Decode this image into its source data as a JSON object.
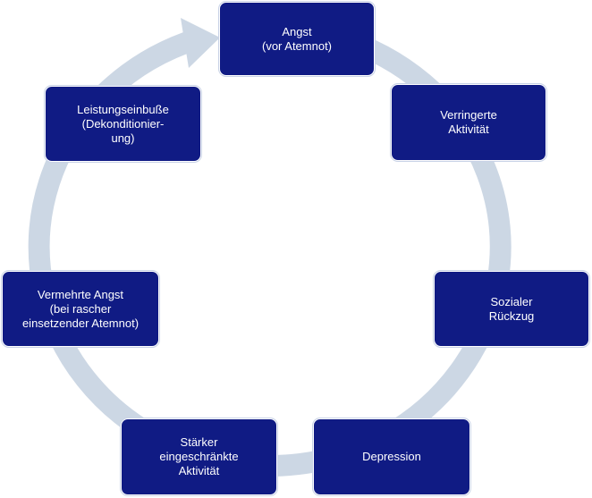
{
  "diagram": {
    "type": "cycle",
    "ring_color": "#ccd7e4",
    "node_color": "#101b84",
    "text_color": "#ffffff",
    "nodes": [
      {
        "id": "angst",
        "lines": [
          "Angst",
          "(vor Atemnot)"
        ]
      },
      {
        "id": "verringerte-aktivitaet",
        "lines": [
          "Verringerte",
          "Aktivität"
        ]
      },
      {
        "id": "sozialer-rueckzug",
        "lines": [
          "Sozialer",
          "Rückzug"
        ]
      },
      {
        "id": "depression",
        "lines": [
          "Depression"
        ]
      },
      {
        "id": "staerker-eingeschraenkte-aktivitaet",
        "lines": [
          "Stärker",
          "eingeschränkte",
          "Aktivität"
        ]
      },
      {
        "id": "vermehrte-angst",
        "lines": [
          "Vermehrte Angst",
          "(bei rascher",
          "einsetzender Atemnot)"
        ]
      },
      {
        "id": "leistungseinbusse",
        "lines": [
          "Leistungseinbuße",
          "(Dekonditionier-",
          "ung)"
        ]
      }
    ]
  }
}
